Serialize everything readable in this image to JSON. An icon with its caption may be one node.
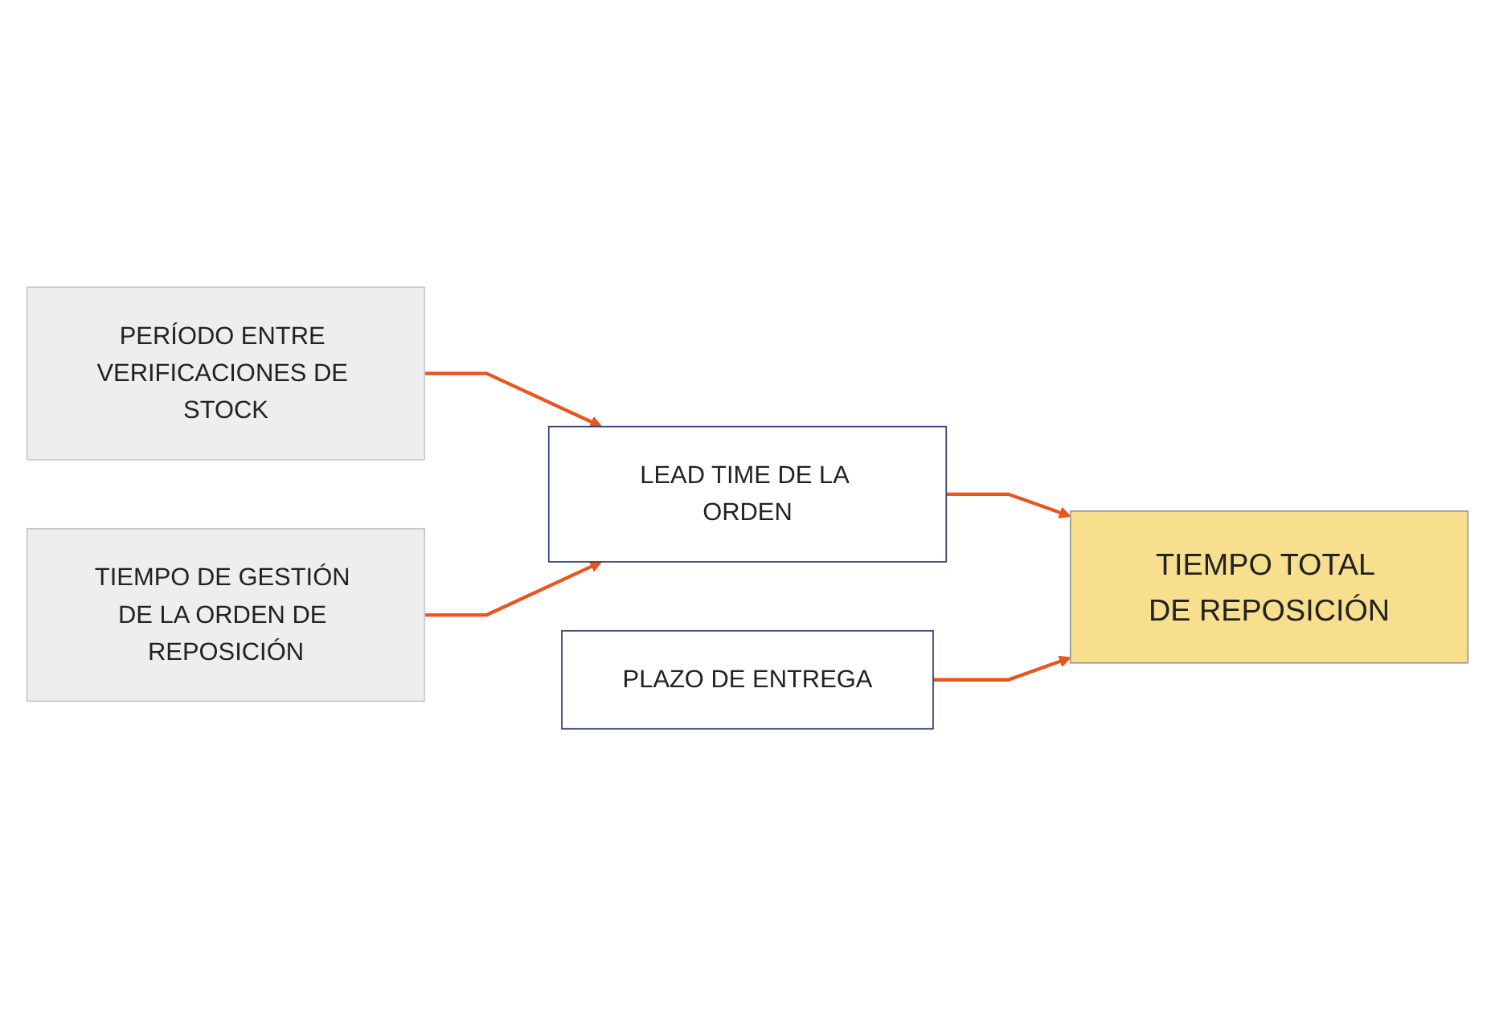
{
  "diagram": {
    "nodes": [
      {
        "text": [
          "TIEMPO TOTAL DE REPOSICIÓN"
        ]
      },
      {
        "text": [
          "PERÍODO ENTRE VERIFICACIONES DE STOCK"
        ]
      },
      {
        "text": [
          "LEAD TIME DE LA ORDEN"
        ]
      },
      {
        "text": [
          "TIEMPO DE GESTIÓN DE LA ORDEN DE REPOSICIÓN"
        ]
      },
      {
        "text": [
          "PLAZO DE ENTREGA"
        ]
      }
    ],
    "edges": [
      {
        "from": 1,
        "to": 2,
        "arrow": "to"
      },
      {
        "from": 3,
        "to": 2,
        "arrow": "to"
      },
      {
        "from": 2,
        "to": 0,
        "arrow": "to"
      },
      {
        "from": 4,
        "to": 0,
        "arrow": "to"
      }
    ]
  }
}
